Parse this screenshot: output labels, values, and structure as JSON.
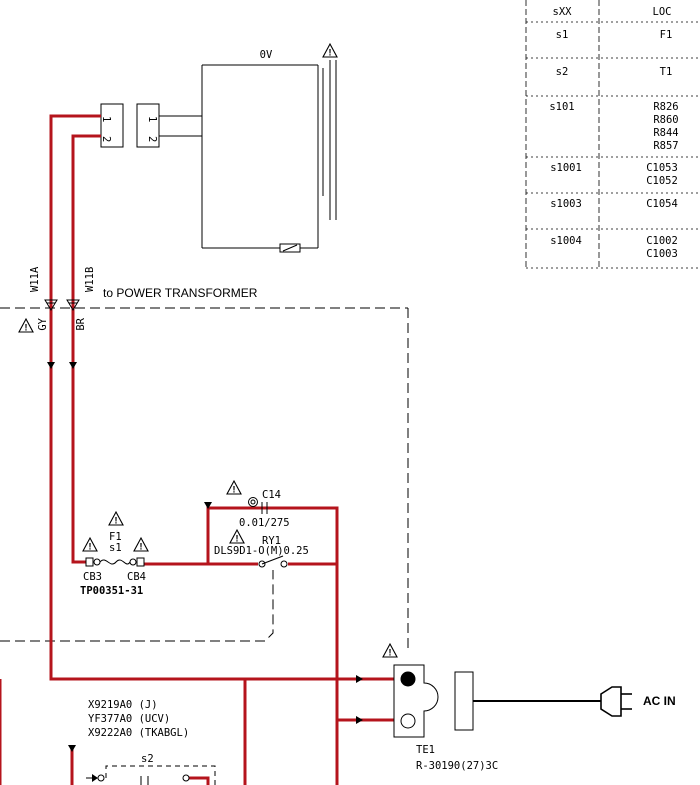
{
  "table": {
    "header": {
      "col1": "sXX",
      "col2": "LOC"
    },
    "rows": [
      {
        "id": "s1",
        "loc": [
          "F1"
        ]
      },
      {
        "id": "s2",
        "loc": [
          "T1"
        ]
      },
      {
        "id": "s101",
        "loc": [
          "R826",
          "R860",
          "R844",
          "R857"
        ]
      },
      {
        "id": "s1001",
        "loc": [
          "C1053",
          "C1052"
        ]
      },
      {
        "id": "s1003",
        "loc": [
          "C1054"
        ]
      },
      {
        "id": "s1004",
        "loc": [
          "C1002",
          "C1003"
        ]
      }
    ]
  },
  "transformer": {
    "label": "0V",
    "pin1": "1",
    "pin2": "2"
  },
  "wires": {
    "w1": "W11A",
    "w2": "W11B",
    "c1": "GY",
    "c2": "BR"
  },
  "note": "to POWER TRANSFORMER",
  "capacitor": {
    "ref": "C14",
    "value": "0.01/275"
  },
  "relay": {
    "ref": "RY1",
    "part": "DLS9D1-O(M)0.25"
  },
  "fuse": {
    "ref": "F1",
    "sub": "s1",
    "left": "CB3",
    "right": "CB4",
    "part": "TP00351-31"
  },
  "models": [
    "X9219A0 (J)",
    "YF377A0 (UCV)",
    "X9222A0 (TKABGL)"
  ],
  "switch": {
    "ref": "s2"
  },
  "terminal": {
    "ref": "TE1",
    "part": "R-30190(27)3C"
  },
  "ac_in": "AC IN",
  "colors": {
    "wire": "#b5141c",
    "line": "#000000"
  }
}
